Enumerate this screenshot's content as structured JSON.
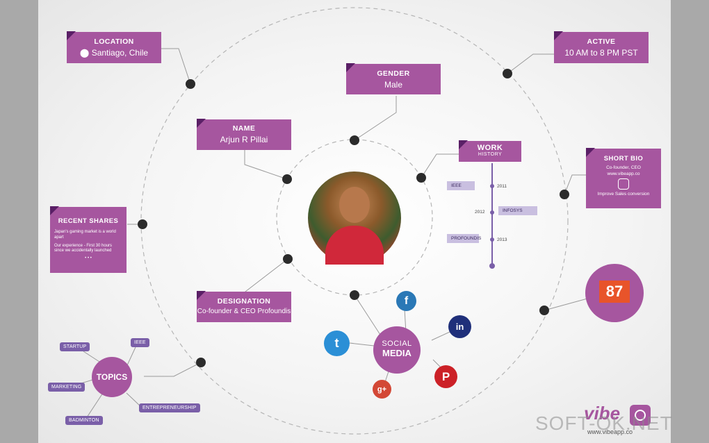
{
  "location": {
    "title": "LOCATION",
    "value": "Santiago, Chile"
  },
  "gender": {
    "title": "GENDER",
    "value": "Male"
  },
  "active": {
    "title": "ACTIVE",
    "value": "10 AM to 8 PM PST"
  },
  "name": {
    "title": "NAME",
    "value": "Arjun R Pillai"
  },
  "work_history": {
    "title": "WORK",
    "subtitle": "HISTORY",
    "entries": [
      {
        "company": "IEEE",
        "year": "2011"
      },
      {
        "company": "INFOSYS",
        "year": "2012"
      },
      {
        "company": "PROFOUNDIS",
        "year": "2013"
      }
    ]
  },
  "short_bio": {
    "title": "SHORT BIO",
    "line1": "Co-founder, CEO",
    "line2": "www.vibeapp.co",
    "line3": "Improve Sales conversion"
  },
  "recent_shares": {
    "title": "RECENT SHARES",
    "items": [
      "Japan's gaming market is a world apart",
      "Our experience - First 30 hours since we accidentally launched"
    ],
    "dots": "• • •"
  },
  "designation": {
    "title": "DESIGNATION",
    "value": "Co-founder & CEO Profoundis"
  },
  "score": {
    "value": "87"
  },
  "social_media": {
    "line1": "SOCIAL",
    "line2": "MEDIA",
    "icons": {
      "facebook": "f",
      "linkedin": "in",
      "twitter": "t",
      "pinterest": "P",
      "googleplus": "g+"
    }
  },
  "topics": {
    "title": "TOPICS",
    "tags": [
      "STARTUP",
      "IEEE",
      "MARKETING",
      "ENTREPRENEURSHIP",
      "BADMINTON"
    ]
  },
  "brand": {
    "logo": "vibe",
    "url": "www.vibeapp.co"
  },
  "watermark": "SOFT-OK.NET",
  "colors": {
    "purple": "#a6569f",
    "dark_purple": "#5a1f66",
    "tag": "#7a5fa8",
    "score_orange": "#e8542a"
  }
}
